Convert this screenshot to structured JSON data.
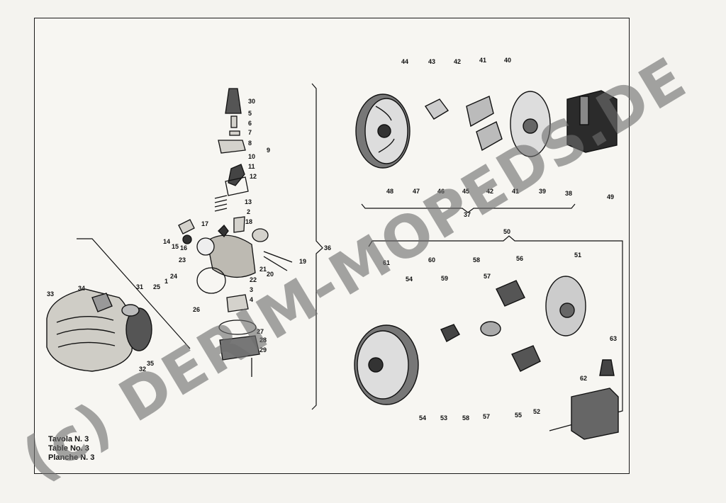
{
  "sheet": {
    "caption_lines": [
      "Tavola N. 3",
      "Table No. 3",
      "Planche N. 3"
    ],
    "watermark": "(c) DERIM-MOPEDS.DE"
  },
  "groups": {
    "carburetor": "36",
    "air_filter": "31",
    "magneto_upper": "37",
    "magneto_lower": "50"
  },
  "labels": [
    "30",
    "5",
    "6",
    "7",
    "8",
    "9",
    "10",
    "11",
    "12",
    "13",
    "2",
    "18",
    "17",
    "14",
    "15",
    "16",
    "23",
    "24",
    "25",
    "1",
    "22",
    "3",
    "4",
    "26",
    "27",
    "28",
    "29",
    "21",
    "20",
    "19",
    "33",
    "34",
    "35",
    "32",
    "44",
    "43",
    "42",
    "41",
    "40",
    "48",
    "47",
    "46",
    "45",
    "42",
    "41",
    "39",
    "38",
    "49",
    "61",
    "60",
    "54",
    "59",
    "58",
    "57",
    "56",
    "51",
    "53",
    "54",
    "58",
    "57",
    "55",
    "52",
    "63",
    "62"
  ]
}
